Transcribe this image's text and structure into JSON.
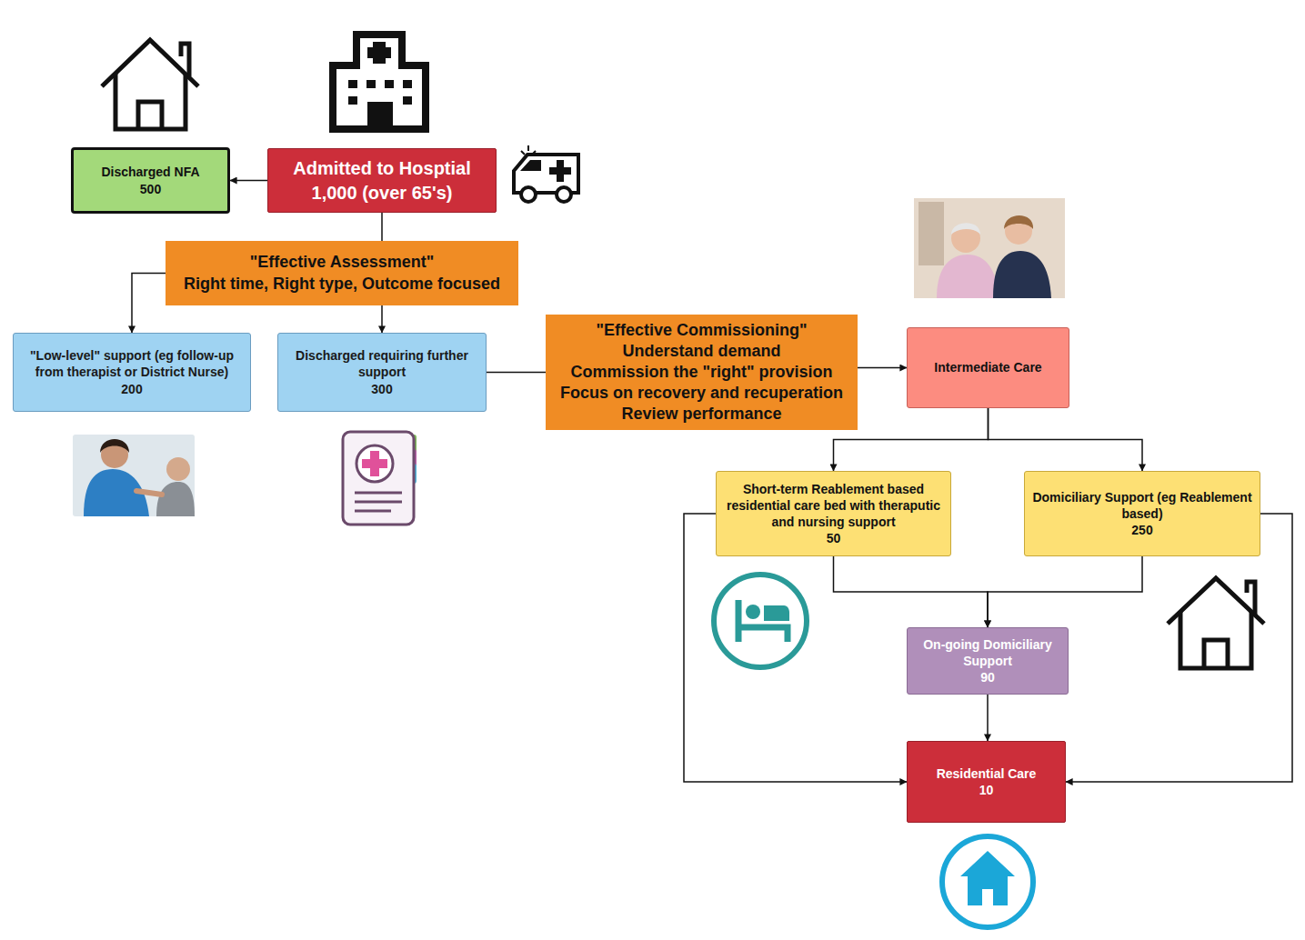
{
  "diagram": {
    "nodes": [
      {
        "text": [
          "Discharged NFA",
          "500"
        ]
      },
      {
        "text": [
          "Admitted to Hosptial",
          "1,000 (over 65's)"
        ]
      },
      {
        "text": [
          "\"Effective Assessment\"",
          "Right time, Right type, Outcome focused"
        ]
      },
      {
        "text": [
          "\"Low-level\" support (eg follow-up from therapist or District Nurse)",
          "200"
        ]
      },
      {
        "text": [
          "Discharged requiring further support",
          "300"
        ]
      },
      {
        "text": [
          "\"Effective Commissioning\"",
          "Understand demand",
          "Commission the \"right\" provision",
          "Focus on recovery and recuperation",
          "Review performance"
        ]
      },
      {
        "text": [
          "Intermediate Care"
        ]
      },
      {
        "text": [
          "Short-term Reablement based residential care bed with theraputic and nursing support",
          "50"
        ]
      },
      {
        "text": [
          "Domiciliary Support (eg Reablement based)",
          "250"
        ]
      },
      {
        "text": [
          "On-going Domiciliary Support",
          "90"
        ]
      },
      {
        "text": [
          "Residential Care",
          "10"
        ]
      }
    ],
    "edges": [
      {
        "from": 1,
        "to": 0,
        "arrow": "to"
      },
      {
        "from": 1,
        "to": 2,
        "arrow": "none"
      },
      {
        "from": 2,
        "to": 3,
        "arrow": "to"
      },
      {
        "from": 2,
        "to": 4,
        "arrow": "to"
      },
      {
        "from": 4,
        "to": 5,
        "arrow": "none"
      },
      {
        "from": 5,
        "to": 6,
        "arrow": "to"
      },
      {
        "from": 6,
        "to": 7,
        "arrow": "to"
      },
      {
        "from": 6,
        "to": 8,
        "arrow": "to"
      },
      {
        "from": 7,
        "to": 9,
        "arrow": "to"
      },
      {
        "from": 8,
        "to": 9,
        "arrow": "to"
      },
      {
        "from": 9,
        "to": 10,
        "arrow": "to"
      },
      {
        "from": 7,
        "to": 10,
        "arrow": "to"
      },
      {
        "from": 8,
        "to": 10,
        "arrow": "to"
      }
    ]
  }
}
